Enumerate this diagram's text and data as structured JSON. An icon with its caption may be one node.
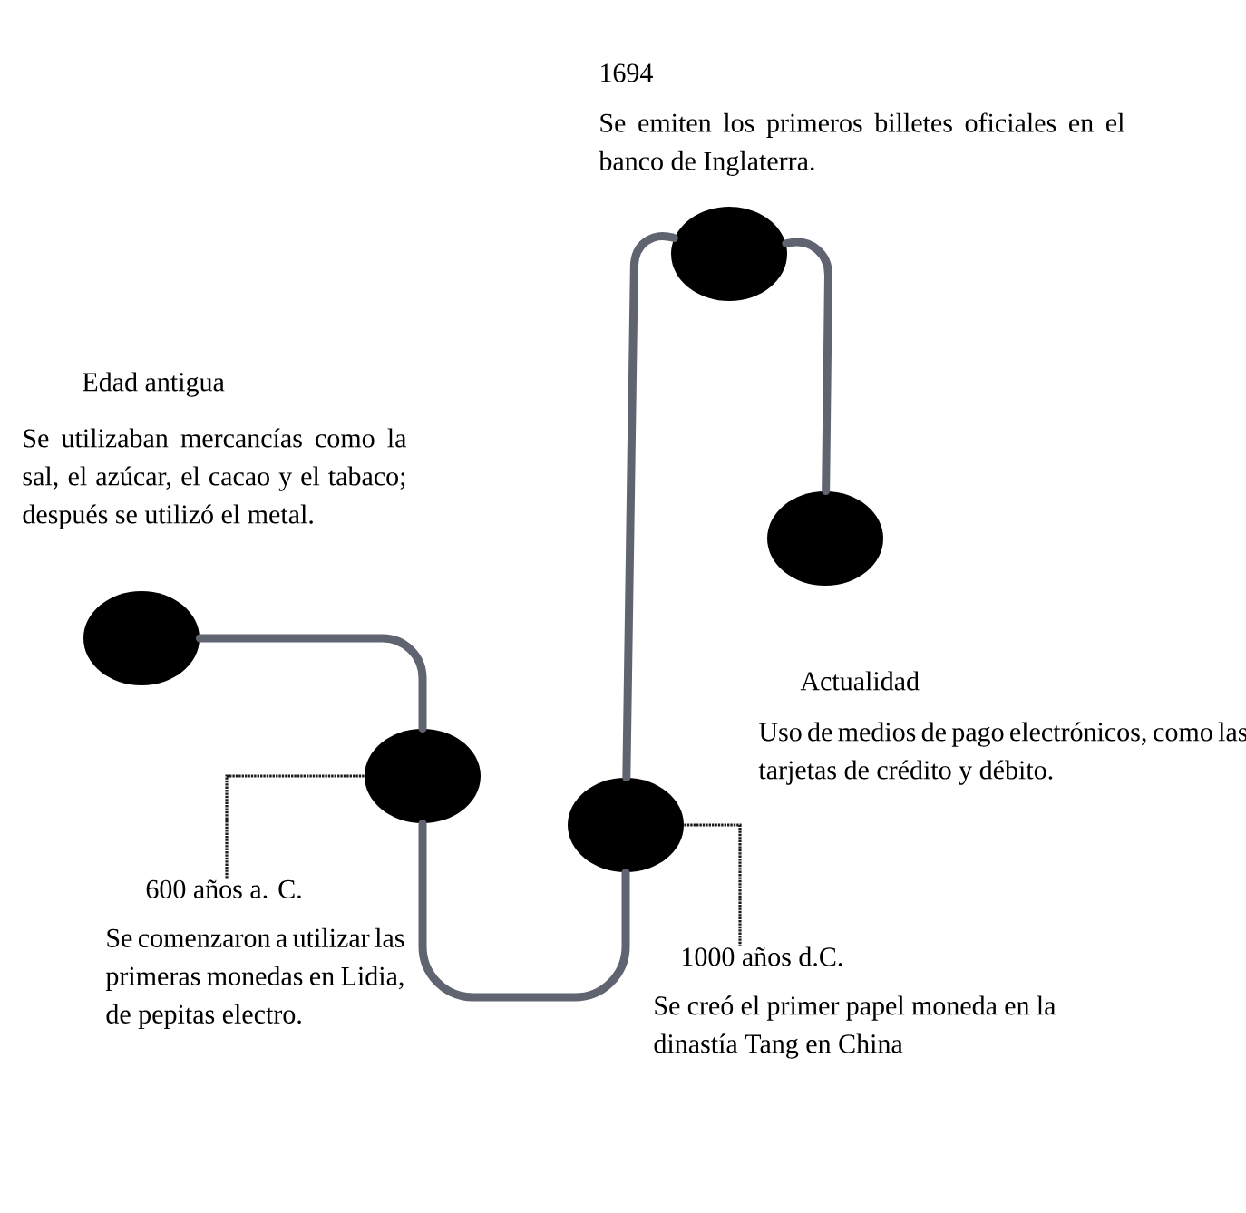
{
  "diagram": {
    "nodes": [
      {
        "text": [],
        "shape": "circle",
        "beside": [
          "Edad antigua",
          "Se utilizaban mercancías como la sal, el azúcar, el cacao y el tabaco; después se utilizó el metal."
        ]
      },
      {
        "text": [],
        "shape": "circle"
      },
      {
        "text": [
          "600 años a. C.",
          "Se comenzaron a utilizar las primeras monedas en Lidia, de pepitas electro."
        ]
      },
      {
        "text": [],
        "shape": "circle"
      },
      {
        "text": [
          "1000 años d.C.",
          "Se creó el primer papel moneda en la dinastía Tang en China"
        ]
      },
      {
        "text": [],
        "shape": "circle",
        "beside": [
          "1694",
          "Se emiten los primeros billetes oficiales en el banco de Inglaterra."
        ]
      },
      {
        "text": [],
        "shape": "circle",
        "beside": [
          "Actualidad",
          "Uso de medios de pago electrónicos, como las tarjetas de crédito y débito."
        ]
      }
    ],
    "edges": [
      {
        "from": 0,
        "to": 1,
        "arrow": "none"
      },
      {
        "from": 1,
        "to": 3,
        "arrow": "none"
      },
      {
        "from": 3,
        "to": 5,
        "arrow": "none"
      },
      {
        "from": 5,
        "to": 6,
        "arrow": "none"
      },
      {
        "from": 1,
        "to": 2,
        "arrow": "none",
        "style": "dashed",
        "color": "#1a1a1a"
      },
      {
        "from": 3,
        "to": 4,
        "arrow": "none",
        "style": "dashed",
        "color": "#1a1a1a"
      }
    ]
  }
}
